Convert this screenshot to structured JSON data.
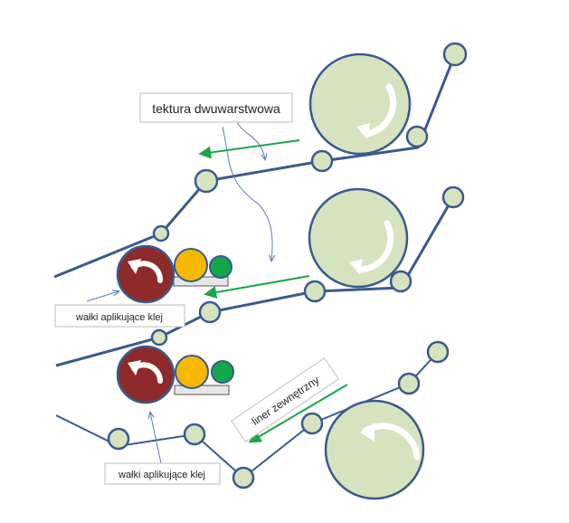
{
  "labels": {
    "top_label": "tektura dwuwarstwowa",
    "glue_label_1": "wałki aplikujące  klej",
    "glue_label_2": "wałki aplikujące  klej",
    "liner_label": "liner zewnętrzny"
  },
  "colors": {
    "web_line": "#3a5a8f",
    "roller_fill": "#d6e3bf",
    "roller_stroke": "#3a5a8f",
    "glue_roller_red": "#8e2a2a",
    "glue_roller_yellow": "#f6b800",
    "glue_roller_green": "#11a84a",
    "flow_arrow": "#1aa64a",
    "pointer_arrow": "#5b7fb8",
    "label_border": "#c9c9c9"
  }
}
